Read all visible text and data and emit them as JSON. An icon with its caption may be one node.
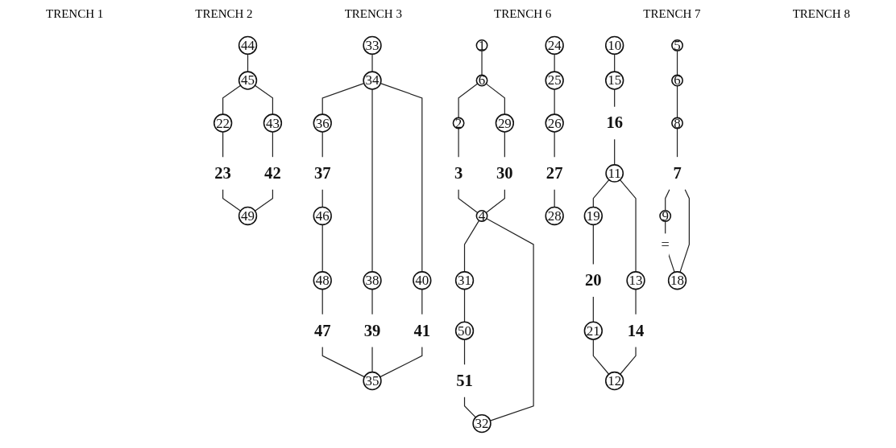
{
  "diagram": {
    "nodes": [
      {
        "text": [
          "1"
        ]
      },
      {
        "text": [
          "6"
        ]
      },
      {
        "text": [
          "2"
        ]
      },
      {
        "text": [
          "29"
        ]
      },
      {
        "text": [
          "3"
        ]
      },
      {
        "text": [
          "30"
        ]
      },
      {
        "text": [
          "4"
        ]
      },
      {
        "text": [
          "31"
        ]
      },
      {
        "text": [
          "50"
        ]
      },
      {
        "text": [
          "51"
        ]
      },
      {
        "text": [
          "32"
        ]
      },
      {
        "text": [
          "44"
        ]
      },
      {
        "text": [
          "45"
        ]
      },
      {
        "text": [
          "22"
        ]
      },
      {
        "text": [
          "43"
        ]
      },
      {
        "text": [
          "23"
        ]
      },
      {
        "text": [
          "42"
        ]
      },
      {
        "text": [
          "49"
        ]
      },
      {
        "text": [
          "33"
        ]
      },
      {
        "text": [
          "34"
        ]
      },
      {
        "text": [
          "36"
        ]
      },
      {
        "text": [
          "38"
        ]
      },
      {
        "text": [
          "40"
        ]
      },
      {
        "text": [
          "37"
        ]
      },
      {
        "text": [
          "39"
        ]
      },
      {
        "text": [
          "41"
        ]
      },
      {
        "text": [
          "46"
        ]
      },
      {
        "text": [
          "48"
        ]
      },
      {
        "text": [
          "47"
        ]
      },
      {
        "text": [
          "35"
        ]
      },
      {
        "text": [
          "10"
        ]
      },
      {
        "text": [
          "15"
        ]
      },
      {
        "text": [
          "16"
        ]
      },
      {
        "text": [
          "11"
        ]
      },
      {
        "text": [
          "19"
        ]
      },
      {
        "text": [
          "13"
        ]
      },
      {
        "text": [
          "20"
        ]
      },
      {
        "text": [
          "14"
        ]
      },
      {
        "text": [
          "21"
        ]
      },
      {
        "text": [
          "12"
        ]
      },
      {
        "text": [
          "5"
        ]
      },
      {
        "text": [
          "6"
        ]
      },
      {
        "text": [
          "8"
        ]
      },
      {
        "text": [
          "7"
        ]
      },
      {
        "text": [
          "9"
        ]
      },
      {
        "text": [
          "18"
        ]
      },
      {
        "text": [
          "24"
        ]
      },
      {
        "text": [
          "25"
        ]
      },
      {
        "text": [
          "26"
        ]
      },
      {
        "text": [
          "27"
        ]
      },
      {
        "text": [
          "28"
        ]
      }
    ],
    "edges": [
      {
        "from": 0,
        "to": 1,
        "arrow": "none"
      },
      {
        "from": 1,
        "to": 2,
        "arrow": "none"
      },
      {
        "from": 1,
        "to": 3,
        "arrow": "none"
      },
      {
        "from": 2,
        "to": 4,
        "arrow": "none"
      },
      {
        "from": 3,
        "to": 5,
        "arrow": "none"
      },
      {
        "from": 4,
        "to": 6,
        "arrow": "none"
      },
      {
        "from": 5,
        "to": 6,
        "arrow": "none"
      },
      {
        "from": 6,
        "to": 7,
        "arrow": "none"
      },
      {
        "from": 7,
        "to": 8,
        "arrow": "none"
      },
      {
        "from": 8,
        "to": 9,
        "arrow": "none"
      },
      {
        "from": 9,
        "to": 10,
        "arrow": "none"
      },
      {
        "from": 6,
        "to": 10,
        "arrow": "none"
      },
      {
        "from": 11,
        "to": 12,
        "arrow": "none"
      },
      {
        "from": 12,
        "to": 13,
        "arrow": "none"
      },
      {
        "from": 12,
        "to": 14,
        "arrow": "none"
      },
      {
        "from": 13,
        "to": 15,
        "arrow": "none"
      },
      {
        "from": 14,
        "to": 16,
        "arrow": "none"
      },
      {
        "from": 15,
        "to": 17,
        "arrow": "none"
      },
      {
        "from": 16,
        "to": 17,
        "arrow": "none"
      },
      {
        "from": 18,
        "to": 19,
        "arrow": "none"
      },
      {
        "from": 19,
        "to": 20,
        "arrow": "none"
      },
      {
        "from": 19,
        "to": 21,
        "arrow": "none"
      },
      {
        "from": 19,
        "to": 22,
        "arrow": "none"
      },
      {
        "from": 20,
        "to": 23,
        "arrow": "none"
      },
      {
        "from": 23,
        "to": 26,
        "arrow": "none"
      },
      {
        "from": 26,
        "to": 27,
        "arrow": "none"
      },
      {
        "from": 27,
        "to": 28,
        "arrow": "none"
      },
      {
        "from": 21,
        "to": 24,
        "arrow": "none"
      },
      {
        "from": 22,
        "to": 25,
        "arrow": "none"
      },
      {
        "from": 28,
        "to": 29,
        "arrow": "none"
      },
      {
        "from": 24,
        "to": 29,
        "arrow": "none"
      },
      {
        "from": 25,
        "to": 29,
        "arrow": "none"
      },
      {
        "from": 30,
        "to": 31,
        "arrow": "none"
      },
      {
        "from": 31,
        "to": 32,
        "arrow": "none"
      },
      {
        "from": 32,
        "to": 33,
        "arrow": "none"
      },
      {
        "from": 33,
        "to": 34,
        "arrow": "none"
      },
      {
        "from": 33,
        "to": 35,
        "arrow": "none"
      },
      {
        "from": 34,
        "to": 36,
        "arrow": "none"
      },
      {
        "from": 36,
        "to": 38,
        "arrow": "none"
      },
      {
        "from": 35,
        "to": 37,
        "arrow": "none"
      },
      {
        "from": 38,
        "to": 39,
        "arrow": "none"
      },
      {
        "from": 37,
        "to": 39,
        "arrow": "none"
      },
      {
        "from": 40,
        "to": 41,
        "arrow": "none"
      },
      {
        "from": 41,
        "to": 42,
        "arrow": "none"
      },
      {
        "from": 42,
        "to": 43,
        "arrow": "none"
      },
      {
        "from": 43,
        "to": 44,
        "arrow": "none"
      },
      {
        "from": 43,
        "to": 45,
        "arrow": "none"
      },
      {
        "from": 44,
        "to": 45,
        "label": "=",
        "arrow": "none"
      },
      {
        "from": 46,
        "to": 47,
        "arrow": "none"
      },
      {
        "from": 47,
        "to": 48,
        "arrow": "none"
      },
      {
        "from": 48,
        "to": 49,
        "arrow": "none"
      },
      {
        "from": 49,
        "to": 50,
        "arrow": "none"
      }
    ],
    "labels": [
      "TRENCH 1",
      "TRENCH 2",
      "TRENCH 3",
      "TRENCH 6",
      "TRENCH 7",
      "TRENCH 8"
    ]
  }
}
